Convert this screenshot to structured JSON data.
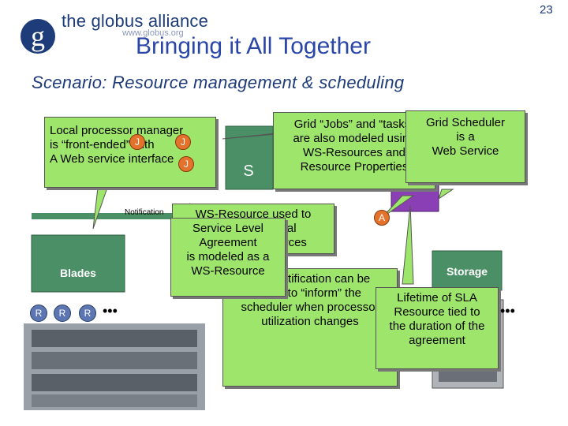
{
  "header": {
    "logo_text": "the globus alliance",
    "logo_url": "www.globus.org",
    "page_number": "23",
    "title": "Bringing it All Together",
    "subtitle": "Scenario: Resource management & scheduling"
  },
  "callouts": {
    "local_manager": [
      "Local processor manager",
      "is “front-ended” with",
      "A Web service interface"
    ],
    "grid_jobs": [
      "Grid “Jobs” and “tasks”",
      "are also modeled using",
      "WS-Resources and",
      "Resource Properties"
    ],
    "grid_scheduler": [
      "Grid Scheduler",
      "is a",
      "Web Service"
    ],
    "ws_resource_notify": [
      "WS-Resource used to",
      "“model” physical",
      "processor resources"
    ],
    "sla": [
      "Service Level",
      "Agreement",
      "is modeled as a",
      "WS-Resource"
    ],
    "ws_notification": [
      "WS-Notification can be",
      "used to “inform” the",
      "scheduler when processor",
      "utilization changes"
    ],
    "lifetime": [
      "Lifetime of SLA",
      "Resource tied to",
      "the duration of the",
      "agreement"
    ]
  },
  "labels": {
    "notification": "Notification",
    "blades": "Blades",
    "storage": "Storage",
    "s_letter": "S",
    "a_badge": "A",
    "j_badge": "J",
    "r_badge": "R",
    "ellipsis": "•••"
  },
  "colors": {
    "callout_fill": "#9ee66b",
    "component_fill": "#4b8f66",
    "chip_orange": "#e2722c",
    "chip_blue": "#5b76b0",
    "purple": "#8a3fb5",
    "title": "#2a46a8"
  }
}
